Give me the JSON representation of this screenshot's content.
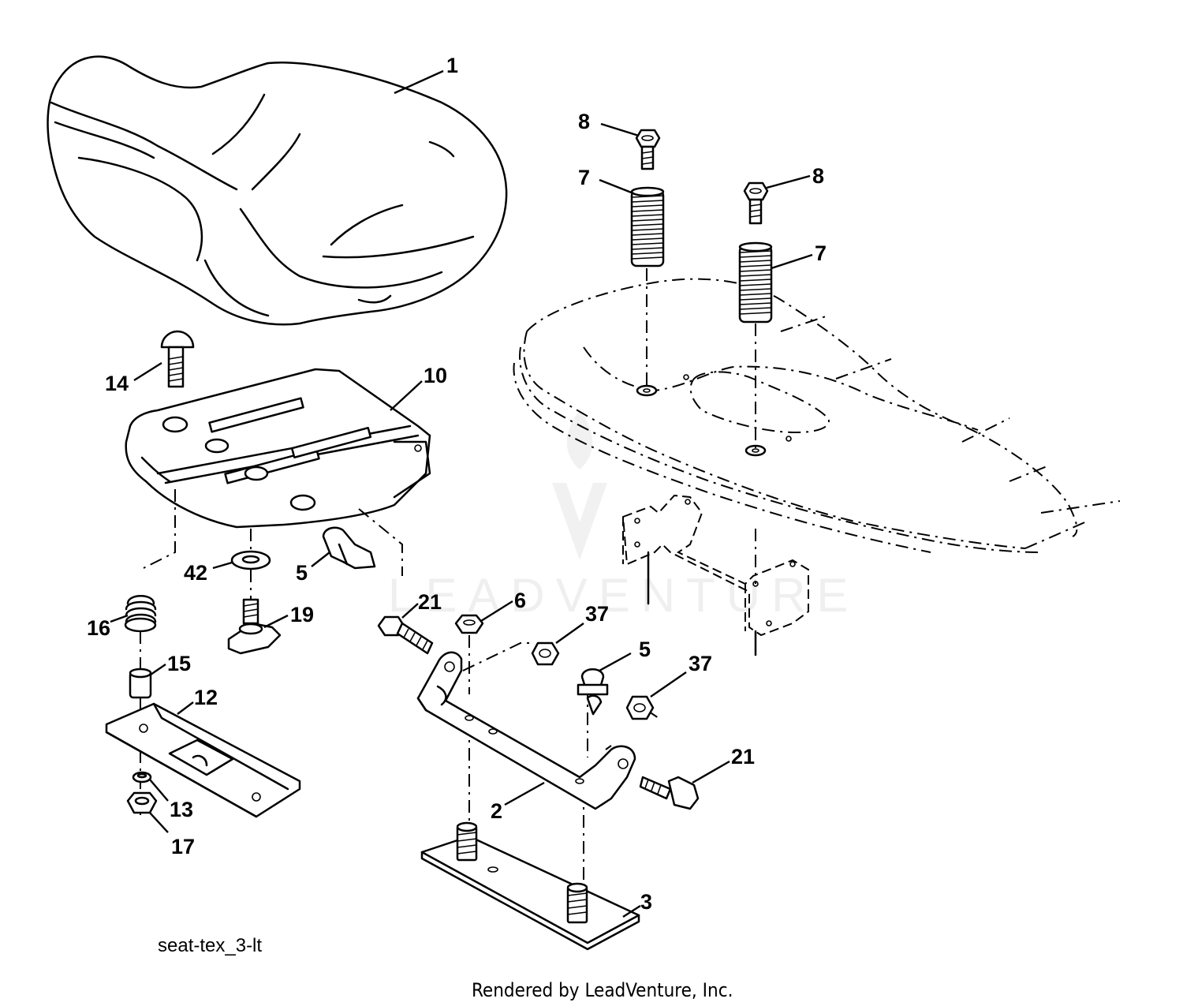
{
  "diagram": {
    "code": "seat-tex_3-lt",
    "footer": "Rendered by LeadVenture, Inc.",
    "watermark": "LEADVENTURE",
    "callouts": {
      "seat": "1",
      "seat_bracket": "2",
      "seat_plate": "3",
      "wire_clip_left": "5",
      "wire_clip_right": "5",
      "hex_nut_6": "6",
      "spring_left": "7",
      "spring_right": "7",
      "bolt_left": "8",
      "bolt_right": "8",
      "seat_pan": "10",
      "slide_plate": "12",
      "washer_13": "13",
      "carriage_bolt": "14",
      "spacer": "15",
      "spring_16": "16",
      "lock_nut_17": "17",
      "knob": "19",
      "bolt_21_left": "21",
      "bolt_21_right": "21",
      "nut_37_left": "37",
      "nut_37_right": "37",
      "washer_42": "42"
    }
  }
}
